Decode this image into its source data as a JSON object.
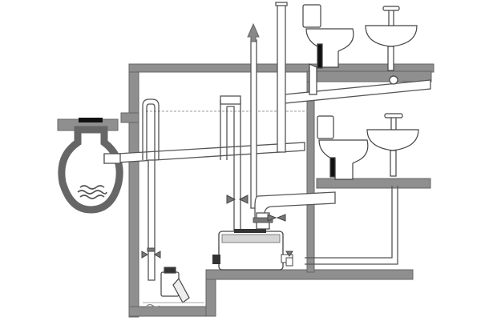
{
  "figure": {
    "kind": "plumbing-schematic",
    "colors": {
      "background": "#ffffff",
      "wall": "#8f8f8f",
      "wall_edge": "#666666",
      "pipe": "#ffffff",
      "pipe_edge": "#555555",
      "fixture": "#ffffff",
      "fixture_edge": "#444444",
      "seal": "#111111",
      "valve": "#777777",
      "pump_shade": "#d6d6d6",
      "water_level_line": "#999999"
    },
    "icons": [
      "toilet",
      "washbasin",
      "faucet",
      "lifting-pump-unit",
      "submersible-pump",
      "valve",
      "check-valve",
      "septic-tank",
      "vent-arrow"
    ]
  }
}
